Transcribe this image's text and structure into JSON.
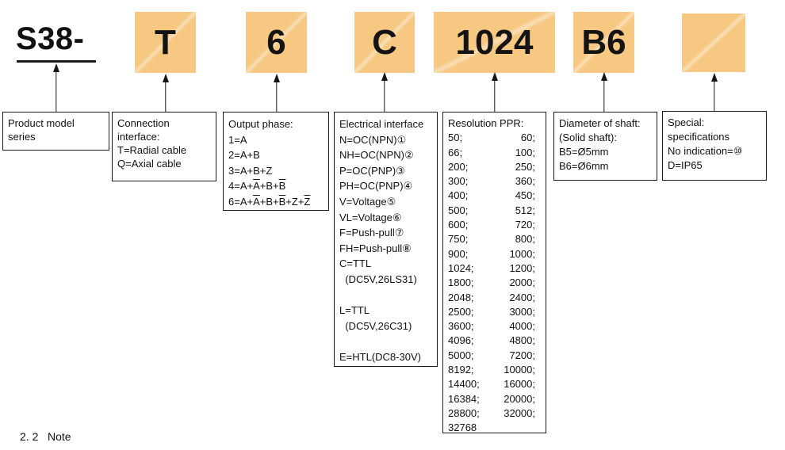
{
  "colors": {
    "code_box_fill": "#f6c882",
    "line_color": "#161616"
  },
  "code_row": {
    "prefix": "S38-",
    "boxes": {
      "connection": "T",
      "output_phase": "6",
      "electrical": "C",
      "resolution": "1024",
      "shaft": "B6",
      "special": ""
    }
  },
  "descriptions": {
    "product_model": {
      "lines": [
        "Product model",
        "series"
      ]
    },
    "connection_interface": {
      "lines": [
        "Connection",
        "interface:",
        "T=Radial cable",
        "Q=Axial cable"
      ]
    },
    "output_phase": {
      "lines": [
        "Output phase:",
        "1=A",
        "2=A+B",
        "3=A+B+Z",
        {
          "parts": [
            {
              "t": "4=A+"
            },
            {
              "t": "A",
              "over": true
            },
            {
              "t": "+B+"
            },
            {
              "t": "B",
              "over": true
            }
          ]
        },
        {
          "parts": [
            {
              "t": "6=A+"
            },
            {
              "t": "A",
              "over": true
            },
            {
              "t": "+B+"
            },
            {
              "t": "B",
              "over": true
            },
            {
              "t": "+Z+"
            },
            {
              "t": "Z",
              "over": true
            }
          ]
        }
      ]
    },
    "electrical_interface": {
      "lines": [
        "Electrical interface",
        "N=OC(NPN)①",
        "NH=OC(NPN)②",
        "P=OC(PNP)③",
        "PH=OC(PNP)④",
        "V=Voltage⑤",
        "VL=Voltage⑥",
        "F=Push-pull⑦",
        "FH=Push-pull⑧",
        "C=TTL",
        "  (DC5V,26LS31)",
        "",
        "L=TTL",
        "  (DC5V,26C31)",
        "",
        "E=HTL(DC8-30V)"
      ]
    },
    "resolution": {
      "title": "Resolution PPR:",
      "rows": [
        [
          "50;",
          "60;"
        ],
        [
          "66;",
          "100;"
        ],
        [
          "200;",
          "250;"
        ],
        [
          "300;",
          "360;"
        ],
        [
          "400;",
          "450;"
        ],
        [
          "500;",
          "512;"
        ],
        [
          "600;",
          "720;"
        ],
        [
          "750;",
          "800;"
        ],
        [
          "900;",
          "1000;"
        ],
        [
          "1024;",
          "1200;"
        ],
        [
          "1800;",
          "2000;"
        ],
        [
          "2048;",
          "2400;"
        ],
        [
          "2500;",
          "3000;"
        ],
        [
          "3600;",
          "4000;"
        ],
        [
          "4096;",
          "4800;"
        ],
        [
          "5000;",
          "7200;"
        ],
        [
          "8192;",
          "10000;"
        ],
        [
          "14400;",
          "16000;"
        ],
        [
          "16384;",
          "20000;"
        ],
        [
          "28800;",
          "32000;"
        ],
        [
          "32768",
          ""
        ]
      ]
    },
    "shaft_diameter": {
      "lines": [
        "Diameter of shaft:",
        "(Solid shaft):",
        "B5=Ø5mm",
        "B6=Ø6mm"
      ]
    },
    "special": {
      "lines": [
        "Special:",
        "specifications",
        "No indication=⑩",
        "D=IP65"
      ]
    }
  },
  "footer": {
    "note": "2. 2   Note"
  }
}
